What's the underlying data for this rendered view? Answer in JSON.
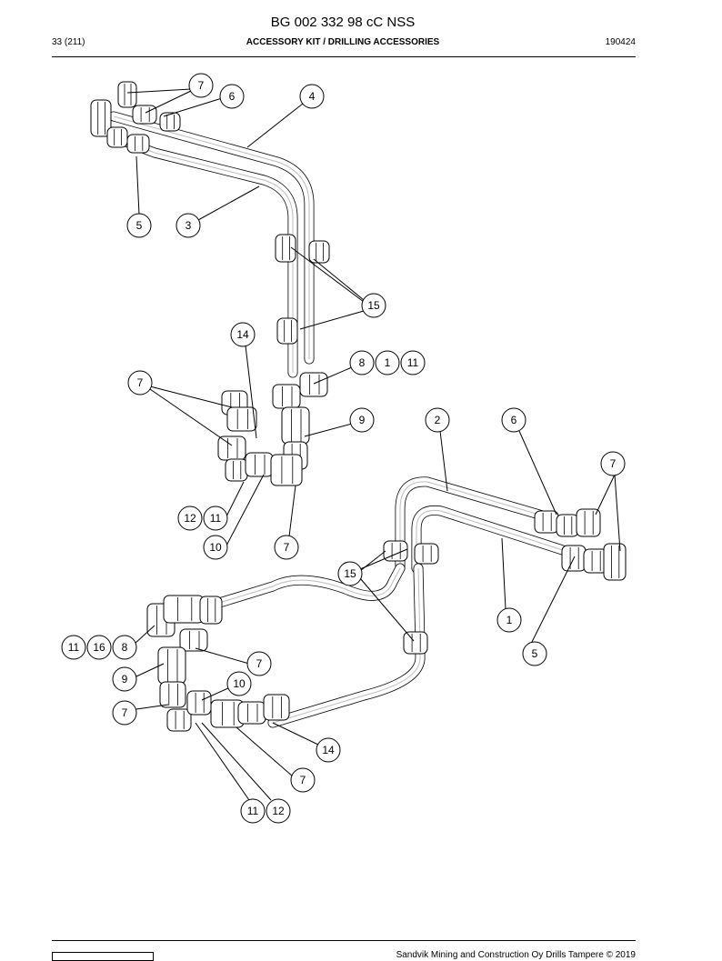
{
  "header": {
    "doc_number": "BG 002 332 98 cC NSS",
    "page": "33 (211)",
    "section_title": "ACCESSORY KIT / DRILLING ACCESSORIES",
    "date_code": "190424"
  },
  "footer": {
    "copyright": "Sandvik Mining and Construction Oy Drills Tampere © 2019"
  },
  "callouts": [
    {
      "label": "7"
    },
    {
      "label": "6"
    },
    {
      "label": "4"
    },
    {
      "label": "5"
    },
    {
      "label": "3"
    },
    {
      "label": "15"
    },
    {
      "label": "14"
    },
    {
      "label": "8"
    },
    {
      "label": "1"
    },
    {
      "label": "11"
    },
    {
      "label": "7"
    },
    {
      "label": "9"
    },
    {
      "label": "2"
    },
    {
      "label": "6"
    },
    {
      "label": "7"
    },
    {
      "label": "12"
    },
    {
      "label": "11"
    },
    {
      "label": "10"
    },
    {
      "label": "7"
    },
    {
      "label": "15"
    },
    {
      "label": "1"
    },
    {
      "label": "11"
    },
    {
      "label": "16"
    },
    {
      "label": "8"
    },
    {
      "label": "5"
    },
    {
      "label": "7"
    },
    {
      "label": "9"
    },
    {
      "label": "10"
    },
    {
      "label": "7"
    },
    {
      "label": "14"
    },
    {
      "label": "7"
    },
    {
      "label": "11"
    },
    {
      "label": "12"
    }
  ]
}
